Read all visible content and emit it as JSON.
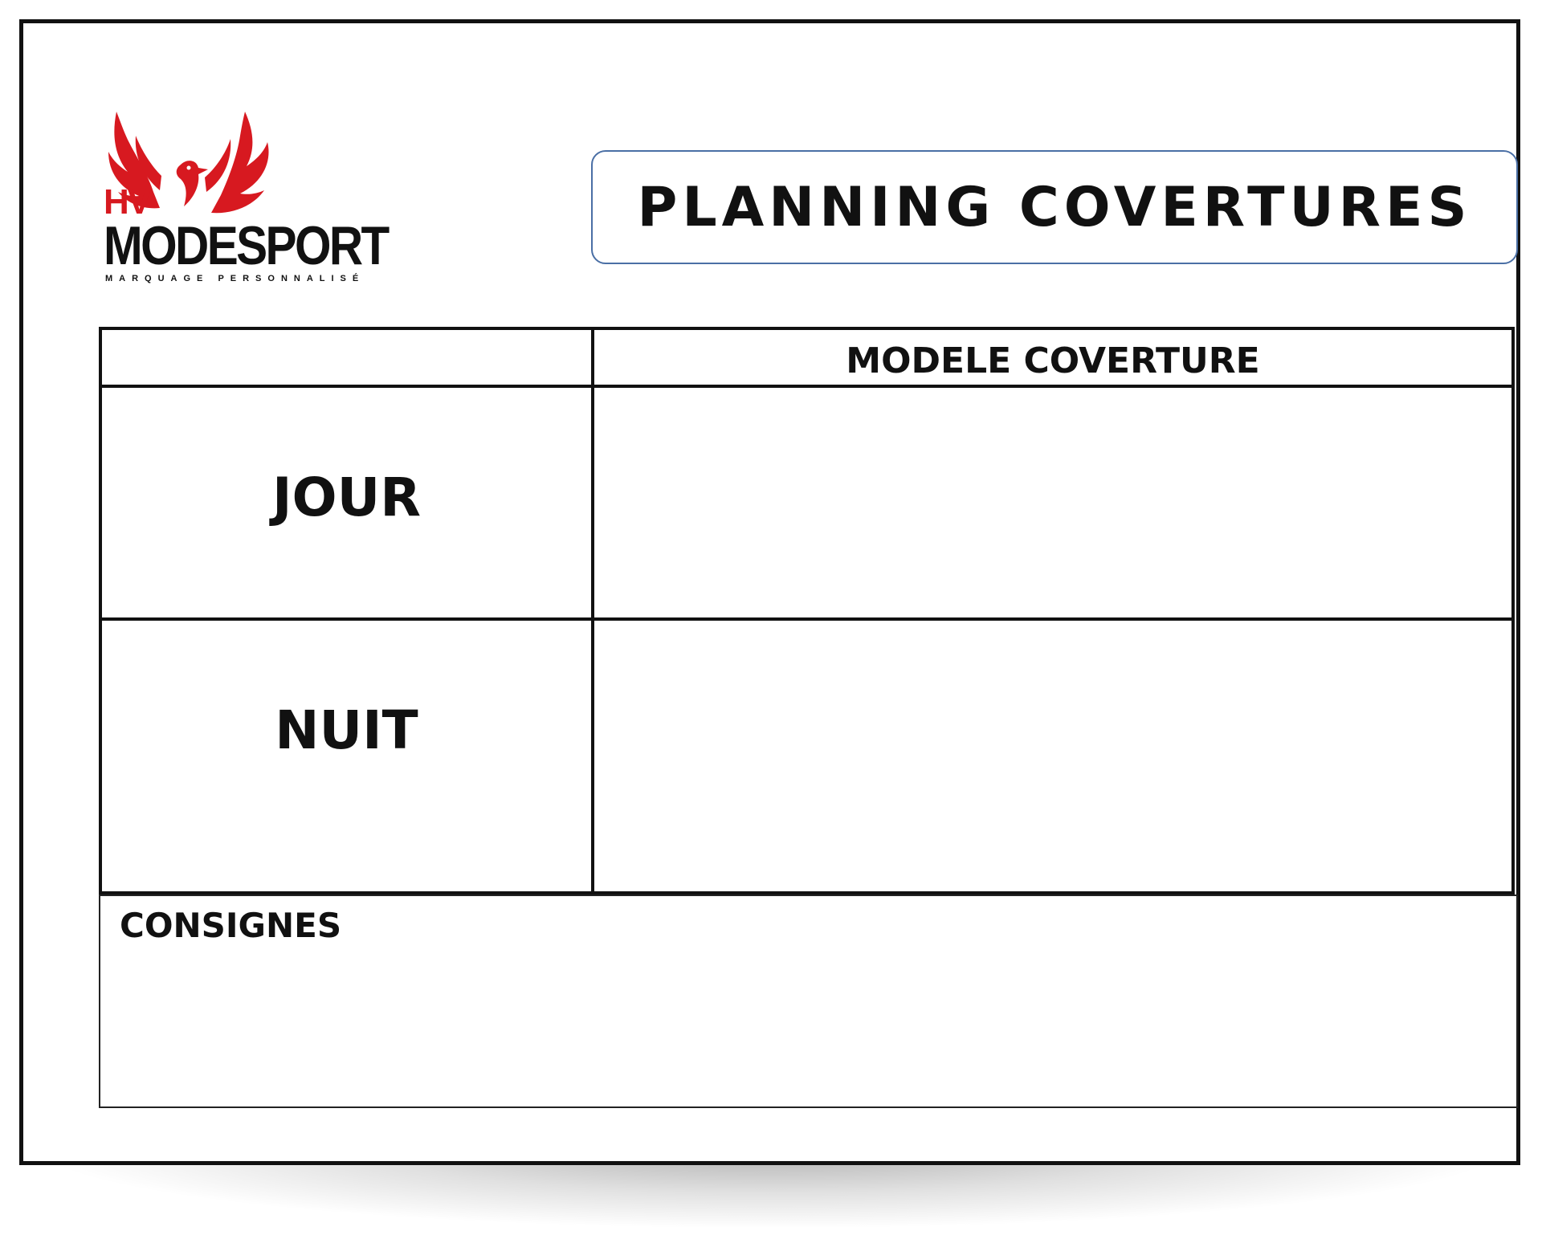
{
  "logo": {
    "initials": "HV",
    "brand": "MODESPORT",
    "tagline": "MARQUAGE PERSONNALISÉ",
    "brand_color": "#d71920",
    "icon": "phoenix-icon"
  },
  "title": "PLANNING COVERTURES",
  "table": {
    "header": "MODELE COVERTURE",
    "rows": [
      {
        "label": "JOUR",
        "value": ""
      },
      {
        "label": "NUIT",
        "value": ""
      }
    ]
  },
  "consignes": {
    "label": "CONSIGNES",
    "text": ""
  },
  "colors": {
    "border": "#111111",
    "title_border": "#4a6fa5",
    "brand_red": "#d71920"
  }
}
